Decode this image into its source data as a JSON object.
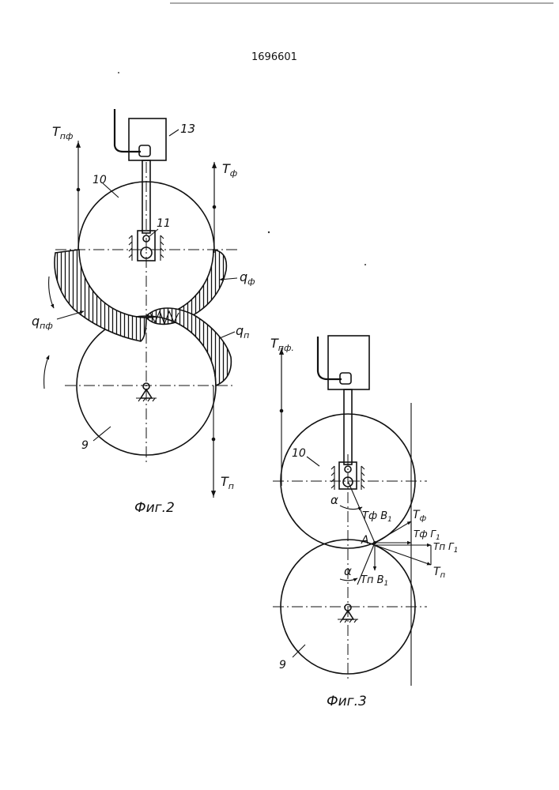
{
  "patent_number": "1696601",
  "fig2": {
    "caption": "Фиг.2",
    "label_upper_roll": "10",
    "label_lower_roll": "9",
    "label_rod": "11",
    "label_housing": "13",
    "label_t_pf": "Т",
    "label_t_pf_sub": "пф",
    "label_t_f": "Т",
    "label_t_f_sub": "ф",
    "label_t_p": "Т",
    "label_t_p_sub": "п",
    "label_q_f": "q",
    "label_q_f_sub": "ф",
    "label_q_pf": "q",
    "label_q_pf_sub": "пф",
    "label_q_p": "q",
    "label_q_p_sub": "п"
  },
  "fig3": {
    "caption": "Фиг.3",
    "label_upper_roll": "10",
    "label_lower_roll": "9",
    "label_t_pf": "Т",
    "label_t_pf_sub": "пф.",
    "label_t_f": "Т",
    "label_t_f_sub": "ф",
    "label_t_f_b1": "Тф В",
    "label_t_f_b1_sub": "1",
    "label_t_f_g1": "Тф Г",
    "label_t_f_g1_sub": "1",
    "label_t_p_g1": "Тп Г",
    "label_t_p_g1_sub": "1",
    "label_t_p": "Т",
    "label_t_p_sub": "п",
    "label_t_p_b1": "Тп В",
    "label_t_p_b1_sub": "1",
    "label_point_a": "А",
    "label_alpha_upper": "α",
    "label_alpha_lower": "α"
  },
  "colors": {
    "ink": "#111111",
    "paper": "#ffffff"
  }
}
